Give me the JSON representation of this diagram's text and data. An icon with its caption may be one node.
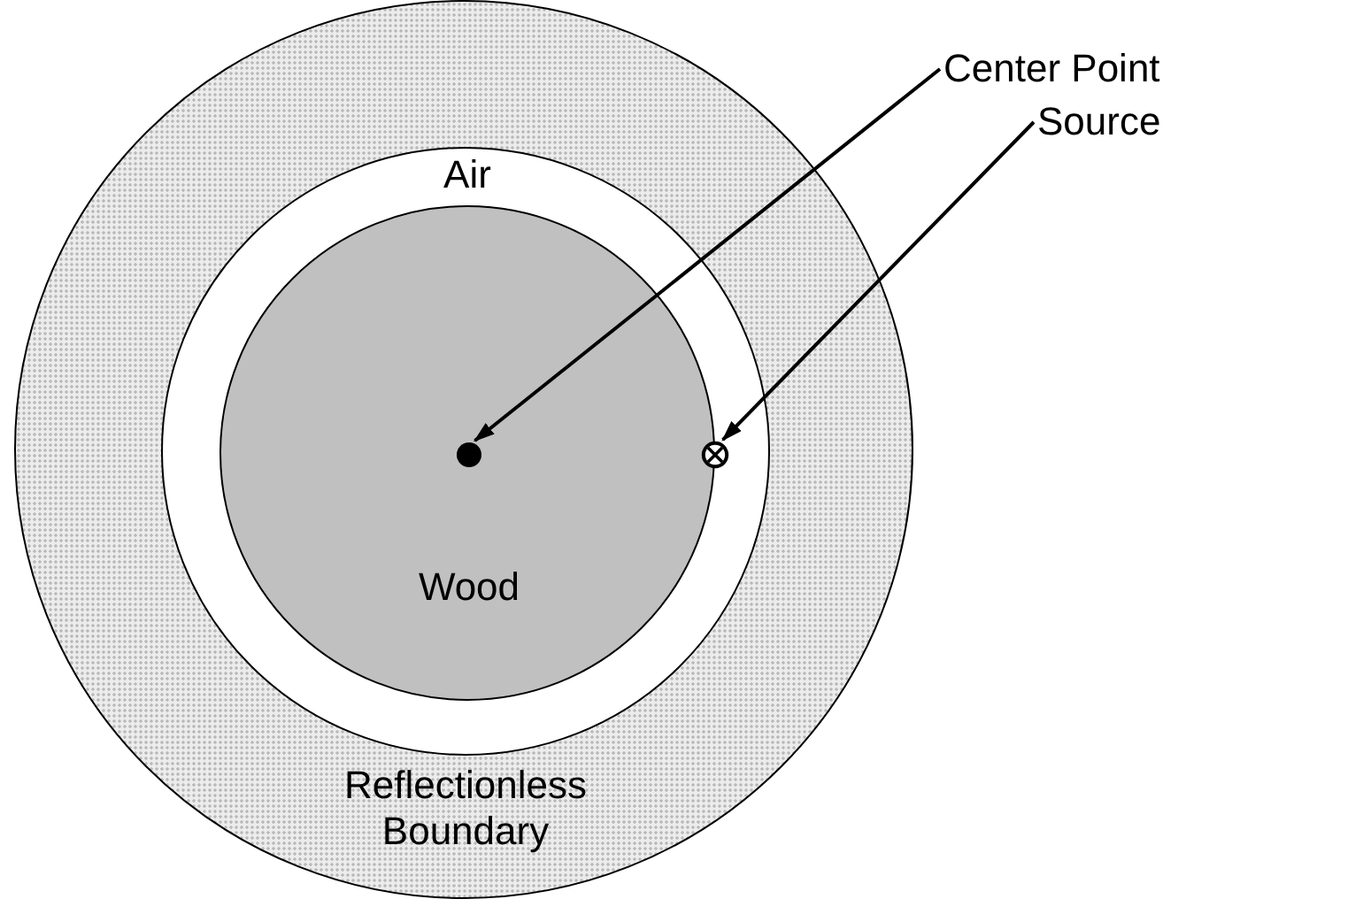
{
  "diagram": {
    "nodes": [
      {
        "text": [
          "Reflectionless Boundary"
        ]
      },
      {
        "text": [
          "Air"
        ],
        "in": 0
      },
      {
        "text": [
          "Wood"
        ],
        "in": 1
      },
      {
        "text": [],
        "shape": "circle",
        "in": 2
      },
      {
        "text": [],
        "shape": "circle",
        "in": 1
      },
      {
        "text": [
          "Center Point"
        ]
      },
      {
        "text": [
          "Source"
        ]
      }
    ],
    "edges": [
      {
        "from": 5,
        "to": 3,
        "arrow": "to"
      },
      {
        "from": 6,
        "to": 4,
        "arrow": "to"
      }
    ]
  }
}
